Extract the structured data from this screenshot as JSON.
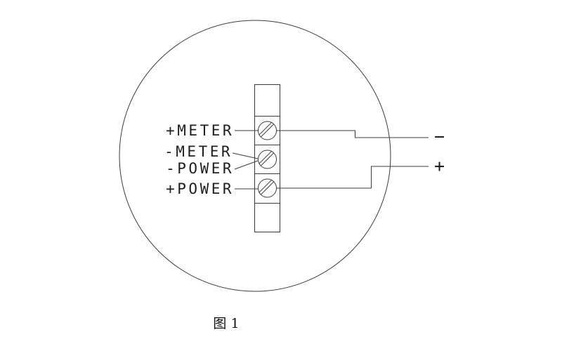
{
  "figure": {
    "caption": "图 1",
    "type": "terminal-wiring-diagram"
  },
  "terminals": [
    {
      "label": "+METER",
      "connects_to": "top-screw"
    },
    {
      "label": "-METER",
      "connects_to": "middle-screw"
    },
    {
      "label": "-POWER",
      "connects_to": "middle-screw"
    },
    {
      "label": "+POWER",
      "connects_to": "bottom-screw"
    }
  ],
  "wires": {
    "negative_label": "−",
    "positive_label": "+"
  },
  "colors": {
    "line": "#3b3b3b",
    "text": "#1f1f1f",
    "background": "#ffffff"
  }
}
